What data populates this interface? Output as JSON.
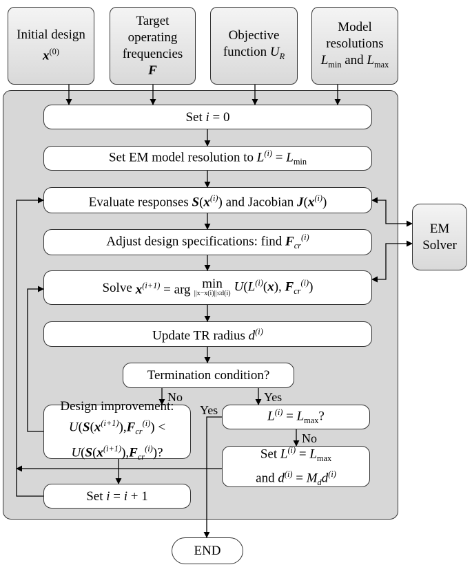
{
  "inputs": {
    "initial_design": {
      "line1": "Initial design",
      "sym": "x",
      "sup": "(0)"
    },
    "target_freqs": {
      "line1": "Target",
      "line2": "operating",
      "line3": "frequencies",
      "sym": "F"
    },
    "objective": {
      "line1": "Objective",
      "line2_a": "function",
      "sym": "U",
      "sub": "R"
    },
    "model_res": {
      "line1": "Model",
      "line2": "resolutions",
      "l": "L",
      "min": "min",
      "and": "and",
      "max": "max"
    }
  },
  "steps": {
    "set_i0": {
      "a": "Set",
      "i": "i",
      "b": "= 0"
    },
    "set_em": {
      "a": "Set EM model resolution to",
      "L": "L",
      "sup": "(i)",
      "eq": "=",
      "L2": "L",
      "sub": "min"
    },
    "evaluate": {
      "a": "Evaluate responses",
      "S": "S",
      "x": "x",
      "sup": "(i)",
      "b": "and Jacobian",
      "J": "J"
    },
    "adjust": {
      "a": "Adjust design specifications: find",
      "F": "F",
      "sub": "cr",
      "sup": "(i)"
    },
    "solve": {
      "a": "Solve",
      "x": "x",
      "sup_ip1": "(i+1)",
      "eq": "= arg",
      "min": "min",
      "under": "||x−x(i)||≤d(i)",
      "U": "U",
      "L": "L",
      "sup_i": "(i)",
      "F": "F",
      "sub_cr": "cr"
    },
    "update": {
      "a": "Update TR radius",
      "d": "d",
      "sup": "(i)"
    },
    "termination": {
      "text": "Termination condition?"
    },
    "design_imp": {
      "line1": "Design improvement:",
      "U": "U",
      "S": "S",
      "x": "x",
      "sup_ip1": "(i+1)",
      "F": "F",
      "sub_cr": "cr",
      "sup_i": "(i)",
      "lt": "<",
      "q": "?"
    },
    "lmax_check": {
      "L": "L",
      "sup": "(i)",
      "eq": "=",
      "L2": "L",
      "sub": "max",
      "q": "?"
    },
    "set_lmax": {
      "a": "Set",
      "L": "L",
      "sup": "(i)",
      "eq": "=",
      "L2": "L",
      "sub": "max",
      "and": "and",
      "d": "d",
      "Md": "M",
      "sub_d": "d"
    },
    "set_ip1": {
      "a": "Set",
      "i": "i",
      "b": "=",
      "c": "+ 1"
    }
  },
  "em_solver": {
    "line1": "EM",
    "line2": "Solver"
  },
  "end": "END",
  "branch_labels": {
    "no1": "No",
    "yes1": "Yes",
    "yes2": "Yes",
    "no2": "No"
  }
}
